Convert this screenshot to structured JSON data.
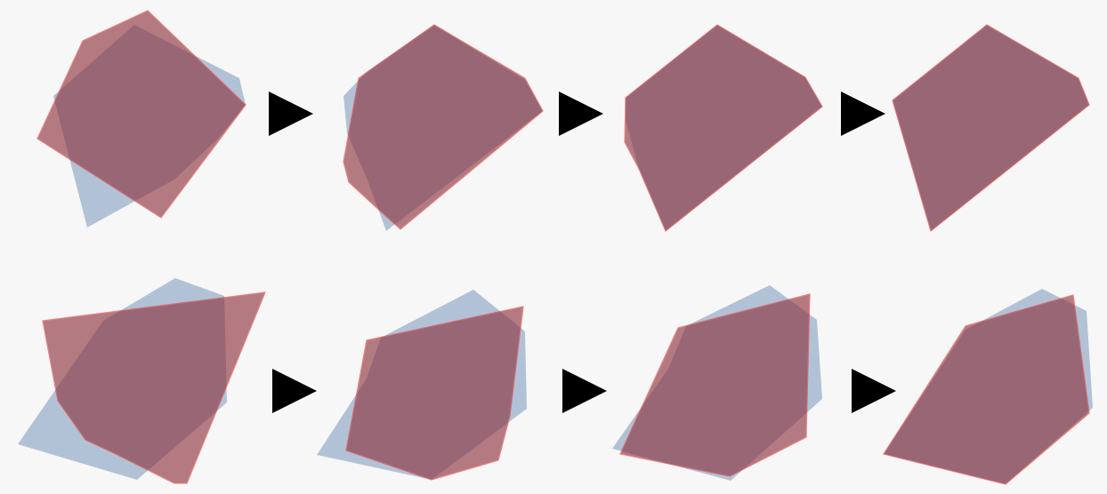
{
  "colors": {
    "background": "#f7f7f7",
    "target_fill": "#9fb3cd",
    "source_fill": "#8b2f3a",
    "overlap_fill": "#7b4a5f",
    "source_stroke": "#e03a3a",
    "arrow": "#000000"
  },
  "rows": [
    {
      "name": "row-1",
      "steps": [
        {
          "name": "step-1",
          "target": "target-polygon",
          "source": "source-polygon"
        },
        {
          "name": "step-2",
          "target": "target-polygon",
          "source": "source-polygon"
        },
        {
          "name": "step-3",
          "target": "target-polygon",
          "source": "source-polygon"
        },
        {
          "name": "step-4",
          "target": "target-polygon",
          "source": "source-polygon"
        }
      ]
    },
    {
      "name": "row-2",
      "steps": [
        {
          "name": "step-1",
          "target": "target-polygon",
          "source": "source-polygon"
        },
        {
          "name": "step-2",
          "target": "target-polygon",
          "source": "source-polygon"
        },
        {
          "name": "step-3",
          "target": "target-polygon",
          "source": "source-polygon"
        },
        {
          "name": "step-4",
          "target": "target-polygon",
          "source": "source-polygon"
        }
      ]
    }
  ],
  "arrows": [
    "right-arrow-icon",
    "right-arrow-icon",
    "right-arrow-icon",
    "right-arrow-icon",
    "right-arrow-icon",
    "right-arrow-icon"
  ]
}
